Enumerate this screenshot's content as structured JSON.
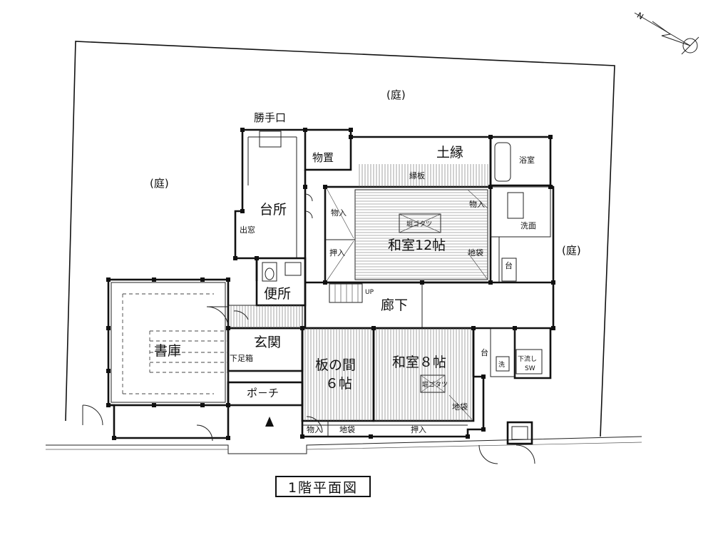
{
  "title": "1階平面図",
  "north_mark": "N",
  "rooms": {
    "garden_top": "(庭)",
    "garden_left": "(庭)",
    "garden_right": "(庭)",
    "katteguchi": "勝手口",
    "monooki": "物置",
    "doen": "土縁",
    "enita": "縁板",
    "yokushitsu": "浴室",
    "daidokoro": "台所",
    "demado": "出窓",
    "monoire_a": "物入",
    "oshiire_a": "押入",
    "horigotatsu_a": "堀ゴタツ",
    "washitsu12": "和室12帖",
    "monoire_b": "物入",
    "jibukuro_a": "地袋",
    "senmen": "洗面",
    "dai_a": "台",
    "benjo": "便所",
    "up": "UP",
    "rouka": "廊下",
    "shoko": "書庫",
    "genkan": "玄関",
    "getabako": "下足箱",
    "itanoma_1": "板の間",
    "itanoma_2": "６帖",
    "washitsu8": "和室８帖",
    "horigotatsu_b": "堀ゴタツ",
    "dai_b": "台",
    "sen": "洗",
    "shitanagashi": "下流し",
    "sw": "SW",
    "jibukuro_b": "地袋",
    "porch": "ポ－チ",
    "monoire_c": "物入",
    "jibukuro_c": "地袋",
    "oshiire_b": "押入"
  }
}
